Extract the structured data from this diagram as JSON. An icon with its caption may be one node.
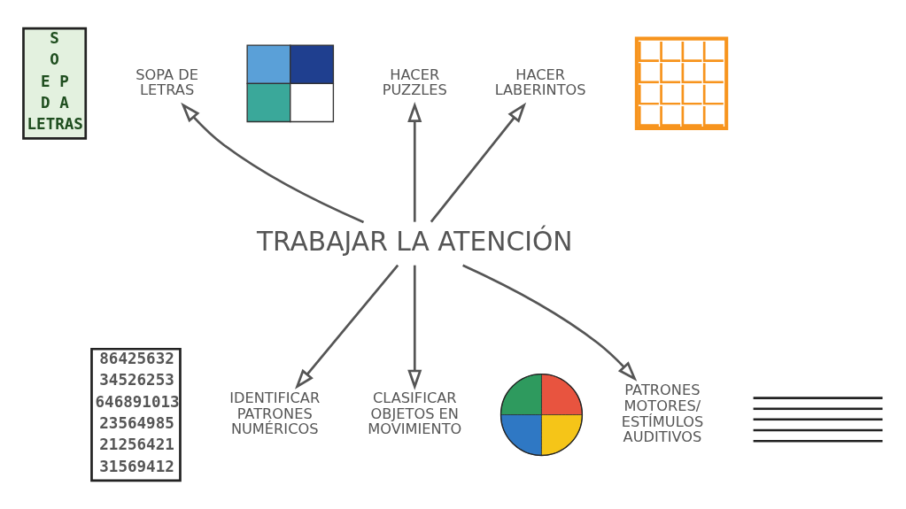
{
  "diagram": {
    "nodes": [
      {
        "text": [
          "TRABAJAR LA ATENCIÓN"
        ]
      },
      {
        "text": [
          "SOPA DE LETRAS"
        ]
      },
      {
        "text": [
          "HACER PUZZLES"
        ]
      },
      {
        "text": [
          "HACER LABERINTOS"
        ]
      },
      {
        "text": [
          "IDENTIFICAR PATRONES NUMÉRICOS"
        ]
      },
      {
        "text": [
          "CLASIFICAR OBJETOS EN MOVIMIENTO"
        ]
      },
      {
        "text": [
          "PATRONES MOTORES/ ESTÍMULOS AUDITIVOS"
        ]
      },
      {
        "text": [],
        "shape": "picture"
      },
      {
        "text": [],
        "shape": "picture"
      },
      {
        "text": [],
        "shape": "picture"
      },
      {
        "text": [],
        "shape": "picture"
      }
    ],
    "edges": [
      {
        "from": 0,
        "to": 1,
        "arrow": "to"
      },
      {
        "from": 0,
        "to": 2,
        "arrow": "to"
      },
      {
        "from": 0,
        "to": 3,
        "arrow": "to"
      },
      {
        "from": 0,
        "to": 4,
        "arrow": "to"
      },
      {
        "from": 0,
        "to": 5,
        "arrow": "to"
      },
      {
        "from": 0,
        "to": 6,
        "arrow": "to"
      }
    ],
    "labels": [
      "S",
      "O",
      "E P",
      "D A",
      "LETRAS",
      "86425632",
      "34526253",
      "646891013",
      "23564985",
      "21256421",
      "31569412"
    ]
  }
}
